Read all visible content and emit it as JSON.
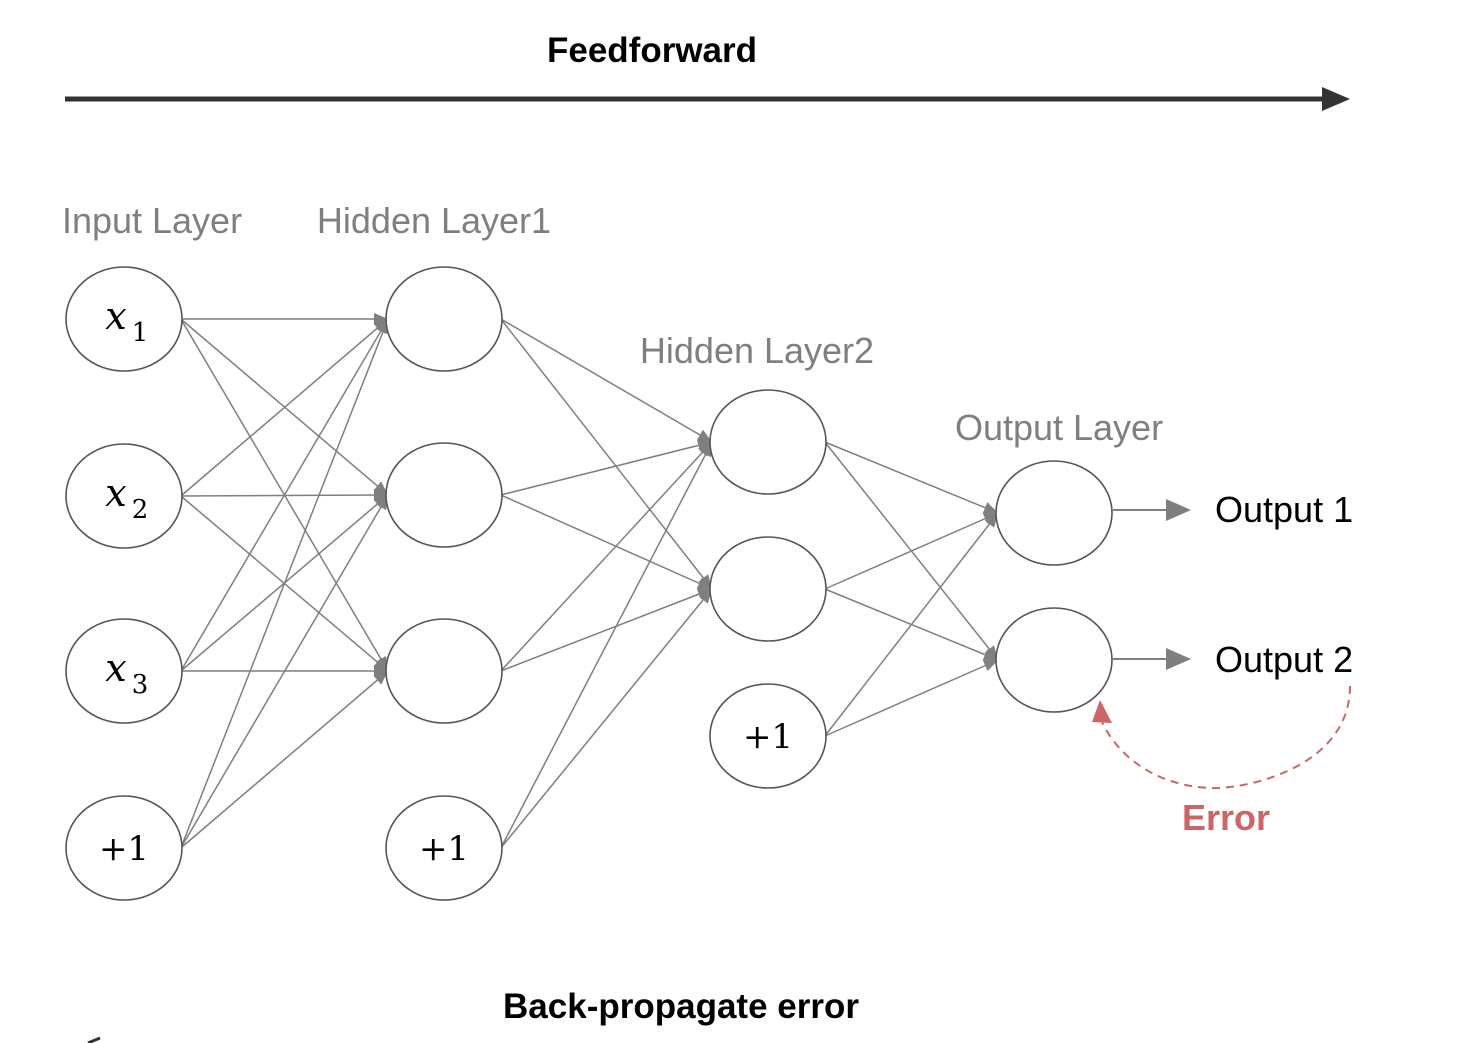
{
  "top_title": "Feedforward",
  "bottom_title": "Back-propagate error",
  "colors": {
    "arrow_main": "#333333",
    "label_gray": "#7f7f7f",
    "edge": "#7f7f7f",
    "node_stroke": "#555555",
    "error": "#cc6666",
    "text": "#000000"
  },
  "layers": [
    {
      "label": "Input Layer",
      "nodes": [
        {
          "var": "x",
          "sub": "1"
        },
        {
          "var": "x",
          "sub": "2"
        },
        {
          "var": "x",
          "sub": "3"
        },
        {
          "bias": "+1"
        }
      ]
    },
    {
      "label": "Hidden Layer1",
      "nodes": [
        {},
        {},
        {},
        {
          "bias": "+1"
        }
      ]
    },
    {
      "label": "Hidden Layer2",
      "nodes": [
        {},
        {},
        {
          "bias": "+1"
        }
      ]
    },
    {
      "label": "Output Layer",
      "nodes": [
        {},
        {}
      ]
    }
  ],
  "outputs": [
    "Output 1",
    "Output 2"
  ],
  "error_label": "Error"
}
